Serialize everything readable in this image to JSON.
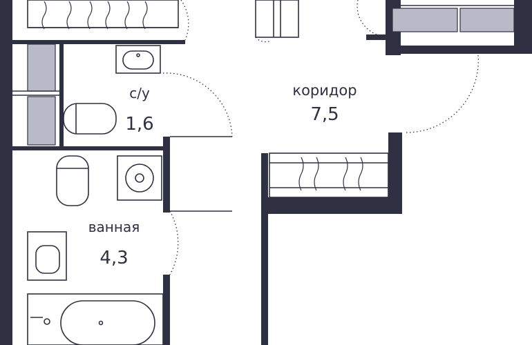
{
  "rooms": {
    "wc": {
      "name": "с/у",
      "area": "1,6"
    },
    "corridor": {
      "name": "коридор",
      "area": "7,5"
    },
    "bathroom": {
      "name": "ванная",
      "area": "4,3"
    }
  },
  "colors": {
    "wall": "#2f3042",
    "cabinet": "#b9bac8",
    "background": "#ffffff"
  }
}
